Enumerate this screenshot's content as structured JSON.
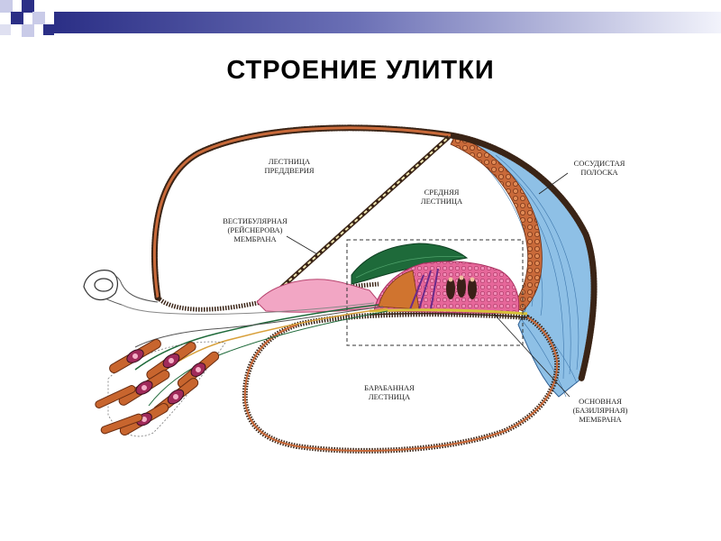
{
  "slide": {
    "title": "СТРОЕНИЕ УЛИТКИ"
  },
  "colors": {
    "header_dark": "#2b2f86",
    "header_light": "#c9cbe8",
    "outline": "#3a2416",
    "stria_fill": "#c96a3a",
    "stria_blue": "#7fb2dd",
    "tectorial_green": "#1e6a3a",
    "organ_pink": "#e6679a",
    "nerve_orange": "#c8652e"
  },
  "labels": {
    "scala_vestibuli": [
      "ЛЕСТНИЦА",
      "ПРЕДДВЕРИЯ"
    ],
    "scala_media": [
      "СРЕДНЯЯ",
      "ЛЕСТНИЦА"
    ],
    "vestibular_membrane": [
      "ВЕСТИБУЛЯРНАЯ",
      "(РЕЙСНЕРОВА)",
      "МЕМБРАНА"
    ],
    "stria_vascularis": [
      "СОСУДИСТАЯ",
      "ПОЛОСКА"
    ],
    "scala_tympani": [
      "БАРАБАННАЯ",
      "ЛЕСТНИЦА"
    ],
    "basilar_membrane": [
      "ОСНОВНАЯ",
      "(БАЗИЛЯРНАЯ)",
      "МЕМБРАНА"
    ]
  }
}
